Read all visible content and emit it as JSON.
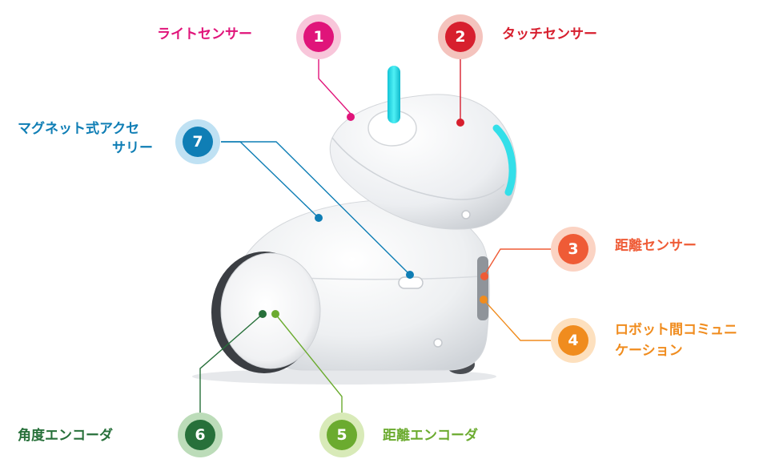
{
  "callouts": [
    {
      "number": "1",
      "label": "ライトセンサー",
      "color": "#e0147a",
      "halo": "#f8c6da"
    },
    {
      "number": "2",
      "label": "タッチセンサー",
      "color": "#d71f2e",
      "halo": "#f4c3bd"
    },
    {
      "number": "3",
      "label": "距離センサー",
      "color": "#ef5b36",
      "halo": "#fbd3c3"
    },
    {
      "number": "4",
      "label_line1": "ロボット間コミュニ",
      "label_line2": "ケーション",
      "color": "#f08c1e",
      "halo": "#fde0be"
    },
    {
      "number": "5",
      "label": "距離エンコーダ",
      "color": "#6bab2f",
      "halo": "#d8eab8"
    },
    {
      "number": "6",
      "label": "角度エンコーダ",
      "color": "#27703a",
      "halo": "#bcdcb9"
    },
    {
      "number": "7",
      "label_line1": "マグネット式アクセ",
      "label_line2": "サリー",
      "color": "#0f7eb5",
      "halo": "#bfe1f3"
    }
  ],
  "robot": {
    "body_color": "#f3f4f6",
    "shade_color": "#d9dce0",
    "accent_color": "#27d6e4",
    "wheel_color": "#e9ebee"
  }
}
